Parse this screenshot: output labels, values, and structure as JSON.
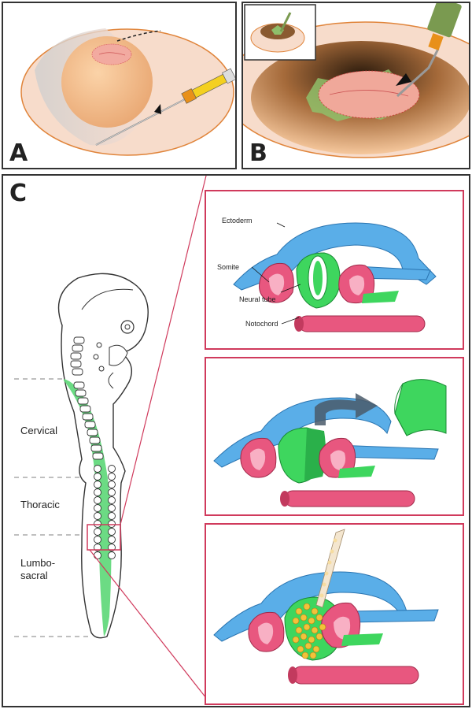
{
  "panels": {
    "a": {
      "label": "A"
    },
    "b": {
      "label": "B"
    },
    "c": {
      "label": "C"
    }
  },
  "regions": {
    "cervical": "Cervical",
    "thoracic": "Thoracic",
    "lumbo": "Lumbo-",
    "sacral": "sacral"
  },
  "structures": {
    "ectoderm": "Ectoderm",
    "somite": "Somite",
    "neural_tube": "Neural tube",
    "notochord": "Notochord"
  },
  "colors": {
    "ectoderm": "#5aaee8",
    "neural_tube": "#3ed65e",
    "somite": "#e8577f",
    "notochord": "#e8577f",
    "frame": "#d03a5c",
    "egg_shell": "#f7dccb"
  }
}
